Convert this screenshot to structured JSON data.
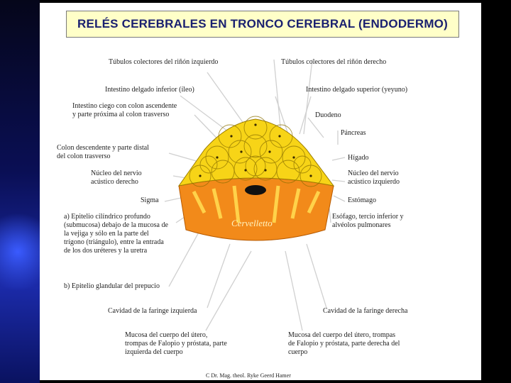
{
  "title": "RELÉS CEREBRALES EN TRONCO CEREBRAL (ENDODERMO)",
  "center_label": "Cervelletto",
  "labels": {
    "tubulos_izq": "Túbulos colectores del riñón izquierdo",
    "tubulos_der": "Túbulos colectores del riñón derecho",
    "intestino_inferior": "Intestino delgado inferior (íleo)",
    "intestino_superior": "Intestino delgado superior (yeyuno)",
    "intestino_ciego": "Intestino ciego con colon ascendente\ny parte próxima al colon trasverso",
    "duodeno": "Duodeno",
    "pancreas": "Páncreas",
    "colon_descendente": "Colon descendente y parte distal\ndel colon trasverso",
    "higado": "Hígado",
    "nucleo_derecho": "Núcleo del nervio\nacústico derecho",
    "nucleo_izquierdo": "Núcleo del nervio\nacústico izquierdo",
    "sigma": "Sigma",
    "estomago": "Estómago",
    "epitelio": "a) Epitelio cilíndrico profundo\n(submucosa) debajo de la mucosa de\nla vejiga y sólo en la parte del\ntrígono (triángulo), entre la entrada\nde los dos uréteres y la uretra",
    "esofago": "Esófago, tercio inferior y\nalvéolos pulmonares",
    "prepucio": "b) Epitelio glandular del prepucio",
    "faringe_izq": "Cavidad de la faringe izquierda",
    "faringe_der": "Cavidad de la faringe derecha",
    "mucosa_izq": "Mucosa del cuerpo del útero,\ntrompas de Falopio y próstata, parte\nizquierda del cuerpo",
    "mucosa_der": "Mucosa del cuerpo del útero, trompas\nde Falopio y próstata, parte derecha del\ncuerpo"
  },
  "credit": "C Dr. Mag. theol. Ryke Geerd Hamer",
  "colors": {
    "title_text": "#1a2070",
    "title_bg": "#ffffc8",
    "yellow_region": "#f7d417",
    "orange_region": "#f28a1a",
    "lines": "#cfcfcf"
  }
}
